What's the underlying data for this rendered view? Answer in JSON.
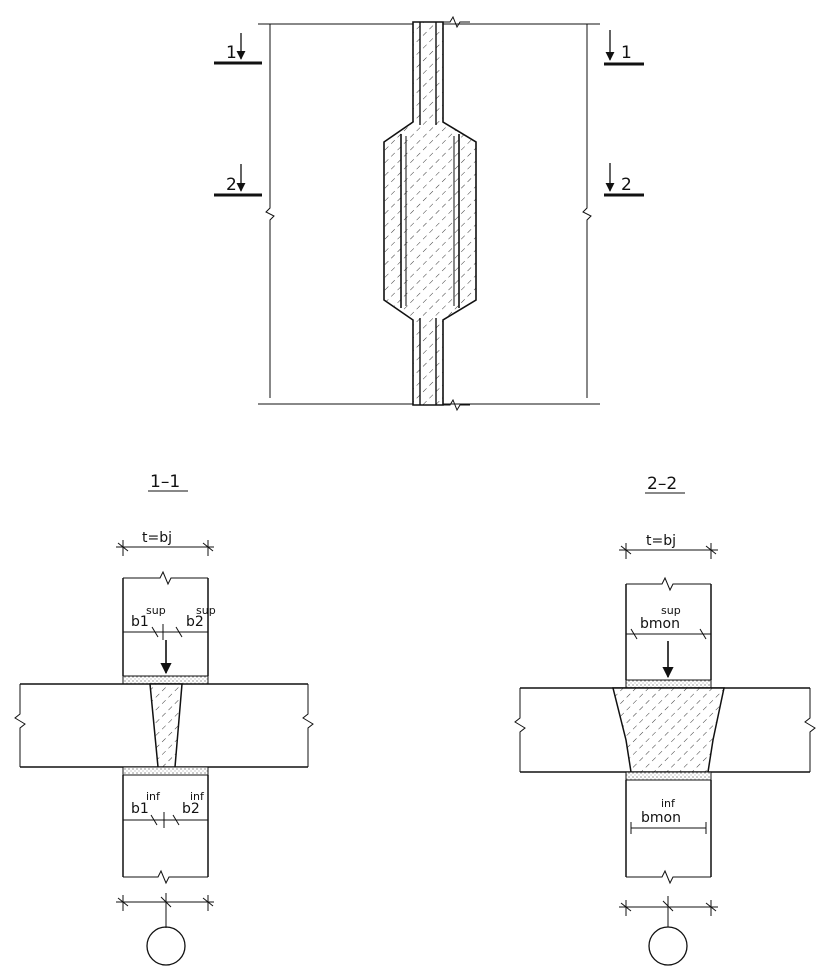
{
  "plan_view": {
    "section_marks_left": [
      "1",
      "2"
    ],
    "section_marks_right": [
      "1",
      "2"
    ]
  },
  "section_1_1": {
    "title": "1–1",
    "top_dimension": "t=bj",
    "upper_left_label": "b1",
    "upper_left_sup": "sup",
    "upper_right_label": "b2",
    "upper_right_sup": "sup",
    "lower_left_label": "b1",
    "lower_left_sup": "inf",
    "lower_right_label": "b2",
    "lower_right_sup": "inf"
  },
  "section_2_2": {
    "title": "2–2",
    "top_dimension": "t=bj",
    "upper_label": "bmon",
    "upper_sup": "sup",
    "lower_label": "bmon",
    "lower_sup": "inf"
  }
}
